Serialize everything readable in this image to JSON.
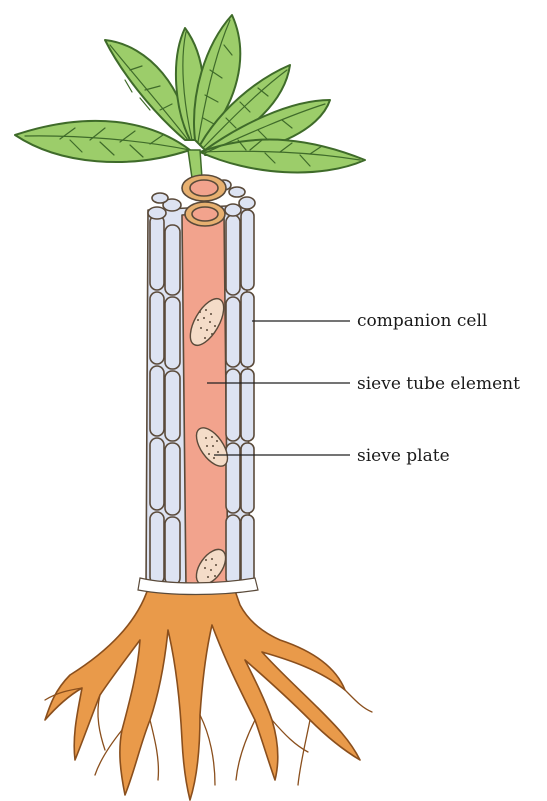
{
  "labels": {
    "companion_cell": "companion cell",
    "sieve_tube_element": "sieve tube element",
    "sieve_plate": "sieve plate"
  },
  "colors": {
    "leaf_fill": "#9ccd6a",
    "leaf_outline": "#3f6b2a",
    "companion_cell_fill": "#dde3f2",
    "sieve_tube_fill": "#f2a38d",
    "sieve_plate_fill": "#f4dcc8",
    "root_fill": "#e99a4a",
    "outline": "#5a4a3a",
    "leader_line": "#222222"
  }
}
